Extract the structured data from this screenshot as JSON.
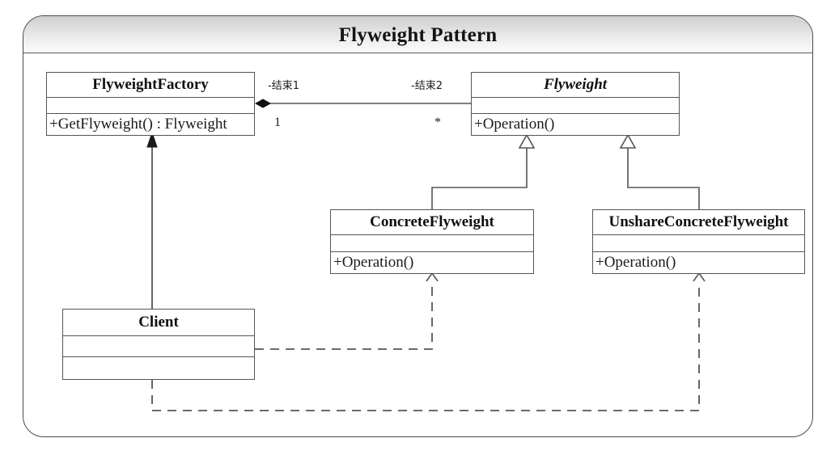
{
  "diagram": {
    "title": "Flyweight Pattern",
    "type": "uml-class-diagram"
  },
  "classes": {
    "flyweight_factory": {
      "name": "FlyweightFactory",
      "abstract": false,
      "attributes": [],
      "operations": [
        "+GetFlyweight() : Flyweight"
      ]
    },
    "flyweight": {
      "name": "Flyweight",
      "abstract": true,
      "attributes": [],
      "operations": [
        "+Operation()"
      ]
    },
    "concrete_flyweight": {
      "name": "ConcreteFlyweight",
      "abstract": false,
      "attributes": [],
      "operations": [
        "+Operation()"
      ]
    },
    "unshare_concrete_flyweight": {
      "name": "UnshareConcreteFlyweight",
      "abstract": false,
      "attributes": [],
      "operations": [
        "+Operation()"
      ]
    },
    "client": {
      "name": "Client",
      "abstract": false,
      "attributes": [],
      "operations": []
    }
  },
  "relationships": {
    "aggregation": {
      "source_role_label": "-结束1",
      "target_role_label": "-结束2",
      "source_multiplicity": "1",
      "target_multiplicity": "*"
    }
  },
  "colors": {
    "line": "#555555",
    "text": "#101010",
    "frame_border": "#4a4a4a",
    "header_gradient_top": "#d0d0d0",
    "header_gradient_bottom": "#fcfcfc",
    "box_fill": "#ffffff"
  }
}
